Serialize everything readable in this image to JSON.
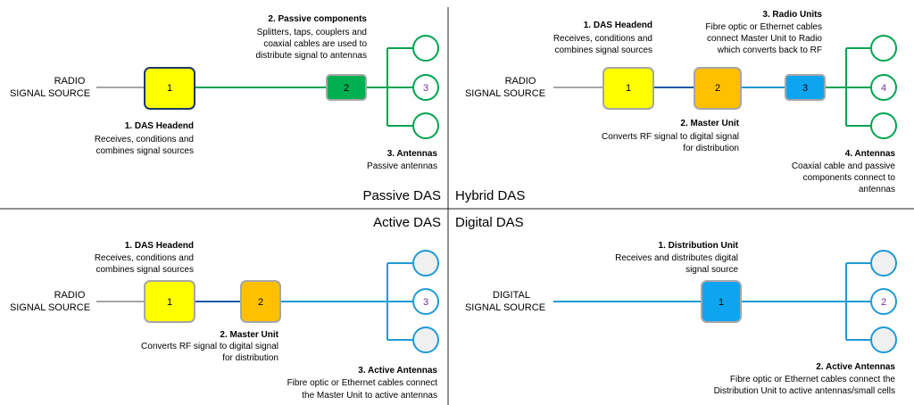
{
  "colors": {
    "grey_line": "#a6a6a6",
    "green_line": "#00a44f",
    "green_fill": "#00b050",
    "blue_line": "#1f9ad6",
    "dark_blue_line": "#1f5aa6",
    "yellow_fill": "#ffff00",
    "orange_fill": "#ffc000",
    "blue_fill": "#0ea5f0",
    "antenna_fill": "#f0f0f0",
    "box_border": "#a6a6a6",
    "headend_border_passive": "#1f3864",
    "antenna_number": "#7030a0"
  },
  "passive": {
    "title": "Passive DAS",
    "source": [
      "RADIO",
      "SIGNAL SOURCE"
    ],
    "box1": "1",
    "box2": "2",
    "antenna": "3",
    "headend": {
      "title": "1. DAS Headend",
      "lines": [
        "Receives, conditions and",
        "combines signal sources"
      ]
    },
    "passive_components": {
      "title": "2. Passive components",
      "lines": [
        "Splitters, taps, couplers and",
        "coaxial cables are used to",
        "distribute signal to antennas"
      ]
    },
    "antennas": {
      "title": "3. Antennas",
      "lines": [
        "Passive antennas"
      ]
    }
  },
  "hybrid": {
    "title": "Hybrid DAS",
    "source": [
      "RADIO",
      "SIGNAL SOURCE"
    ],
    "box1": "1",
    "box2": "2",
    "box3": "3",
    "antenna": "4",
    "headend": {
      "title": "1. DAS Headend",
      "lines": [
        "Receives, conditions and",
        "combines signal sources"
      ]
    },
    "master": {
      "title": "2. Master Unit",
      "lines": [
        "Converts RF signal to digital signal",
        "for distribution"
      ]
    },
    "radio_units": {
      "title": "3. Radio Units",
      "lines": [
        "Fibre optic or Ethernet cables",
        "connect Master Unit to Radio",
        "which converts back to RF"
      ]
    },
    "antennas": {
      "title": "4. Antennas",
      "lines": [
        "Coaxial cable and passive",
        "components connect to",
        "antennas"
      ]
    }
  },
  "active": {
    "title": "Active DAS",
    "source": [
      "RADIO",
      "SIGNAL SOURCE"
    ],
    "box1": "1",
    "box2": "2",
    "antenna": "3",
    "headend": {
      "title": "1. DAS Headend",
      "lines": [
        "Receives, conditions and",
        "combines signal sources"
      ]
    },
    "master": {
      "title": "2. Master Unit",
      "lines": [
        "Converts RF signal to digital signal",
        "for distribution"
      ]
    },
    "antennas": {
      "title": "3. Active Antennas",
      "lines": [
        "Fibre optic or Ethernet cables connect",
        "the Master Unit to active antennas"
      ]
    }
  },
  "digital": {
    "title": "Digital DAS",
    "source": [
      "DIGITAL",
      "SIGNAL SOURCE"
    ],
    "box1": "1",
    "antenna": "2",
    "distribution": {
      "title": "1. Distribution Unit",
      "lines": [
        "Receives and distributes digital",
        "signal source"
      ]
    },
    "antennas": {
      "title": "2. Active Antennas",
      "lines": [
        "Fibre optic or Ethernet cables connect the",
        "Distribution Unit to active antennas/small cells"
      ]
    }
  }
}
